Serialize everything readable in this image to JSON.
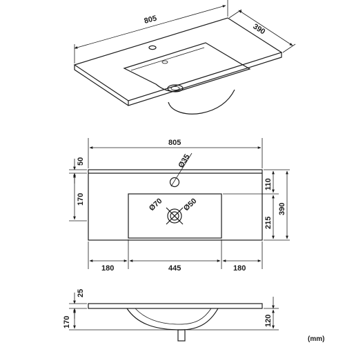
{
  "isometric_view": {
    "width_label": "805",
    "depth_label": "390"
  },
  "plan_view": {
    "overall_width_label": "805",
    "tap_hole_label": "Ø35",
    "overflow_label": "Ø70",
    "waste_label": "Ø50",
    "left_edge_top_label": "50",
    "left_edge_bottom_label": "170",
    "right_top_label": "110",
    "right_bowl_label": "215",
    "right_total_label": "390",
    "bottom_left_label": "180",
    "bottom_middle_label": "445",
    "bottom_right_label": "180"
  },
  "side_view": {
    "top_thickness_label": "25",
    "left_height_label": "170",
    "right_height_label": "120"
  },
  "units_label": "(mm)"
}
